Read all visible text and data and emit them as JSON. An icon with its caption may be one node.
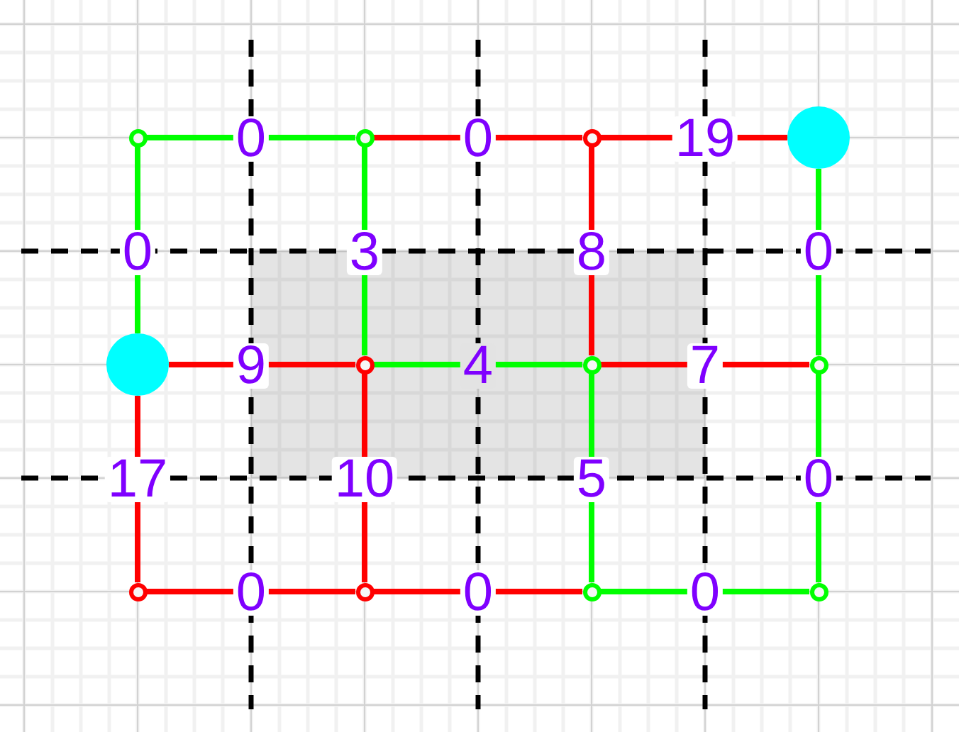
{
  "diagram": {
    "nodes": [
      {
        "text": [],
        "shape": "circle"
      },
      {
        "text": [],
        "shape": "circle"
      },
      {
        "text": [],
        "shape": "circle"
      },
      {
        "text": [],
        "shape": "circle"
      },
      {
        "text": [],
        "shape": "circle"
      },
      {
        "text": [],
        "shape": "circle"
      },
      {
        "text": [],
        "shape": "circle"
      },
      {
        "text": [],
        "shape": "circle"
      },
      {
        "text": [],
        "shape": "circle"
      },
      {
        "text": [],
        "shape": "circle"
      },
      {
        "text": [],
        "shape": "circle"
      },
      {
        "text": [],
        "shape": "circle"
      }
    ],
    "edges": [
      {
        "from": 0,
        "to": 1,
        "arrow": "none",
        "label": "0",
        "color": "#00ff00"
      },
      {
        "from": 1,
        "to": 2,
        "arrow": "none",
        "label": "0"
      },
      {
        "from": 2,
        "to": 3,
        "arrow": "none",
        "label": "19"
      },
      {
        "from": 0,
        "to": 4,
        "arrow": "none",
        "label": "0",
        "color": "#00ff00"
      },
      {
        "from": 1,
        "to": 5,
        "arrow": "none",
        "label": "3",
        "color": "#00ff00"
      },
      {
        "from": 2,
        "to": 6,
        "arrow": "none",
        "label": "8"
      },
      {
        "from": 3,
        "to": 7,
        "arrow": "none",
        "label": "0",
        "color": "#00ff00"
      },
      {
        "from": 4,
        "to": 5,
        "arrow": "none",
        "label": "9"
      },
      {
        "from": 5,
        "to": 6,
        "arrow": "none",
        "label": "4",
        "color": "#00ff00"
      },
      {
        "from": 6,
        "to": 7,
        "arrow": "none",
        "label": "7"
      },
      {
        "from": 4,
        "to": 8,
        "arrow": "none",
        "label": "17"
      },
      {
        "from": 5,
        "to": 9,
        "arrow": "none",
        "label": "10"
      },
      {
        "from": 6,
        "to": 10,
        "arrow": "none",
        "label": "5",
        "color": "#00ff00"
      },
      {
        "from": 7,
        "to": 11,
        "arrow": "none",
        "label": "0",
        "color": "#00ff00"
      },
      {
        "from": 8,
        "to": 9,
        "arrow": "none",
        "label": "0"
      },
      {
        "from": 9,
        "to": 10,
        "arrow": "none",
        "label": "0"
      },
      {
        "from": 10,
        "to": 11,
        "arrow": "none",
        "label": "0",
        "color": "#00ff00"
      }
    ]
  }
}
